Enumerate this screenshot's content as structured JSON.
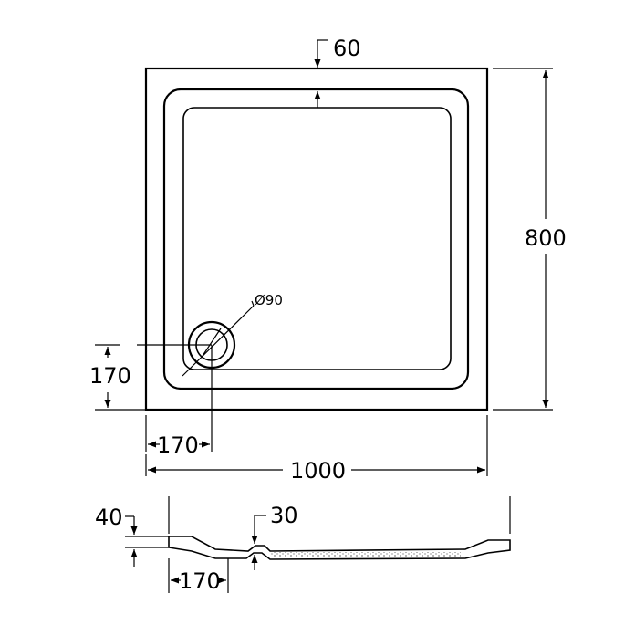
{
  "drawing": {
    "units": "mm",
    "dimensions": {
      "rim_width": "60",
      "height_overall": "800",
      "width_overall": "1000",
      "drain_diameter": "Ø90",
      "drain_offset_y": "170",
      "drain_offset_x": "170",
      "side_depth": "40",
      "drain_depth": "30",
      "side_drain_offset_x": "170"
    }
  }
}
